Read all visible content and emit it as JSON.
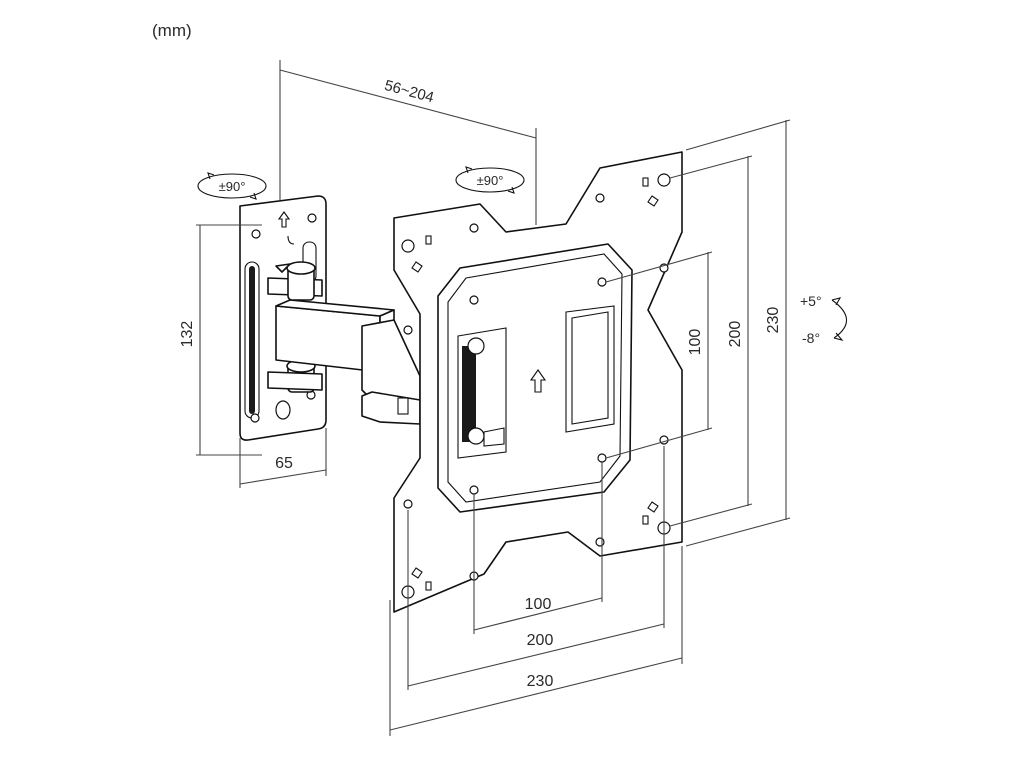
{
  "units_label": "(mm)",
  "dimensions": {
    "arm_extension": "56~204",
    "wall_plate_height": "132",
    "wall_plate_width": "65",
    "vesa_horizontal_small": "100",
    "vesa_horizontal_medium": "200",
    "vesa_horizontal_large": "230",
    "vesa_vertical_small": "100",
    "vesa_vertical_medium": "200",
    "vesa_vertical_large": "230"
  },
  "rotation": {
    "wall_swivel": "±90°",
    "arm_swivel": "±90°",
    "tilt_up": "+5°",
    "tilt_down": "-8°"
  }
}
